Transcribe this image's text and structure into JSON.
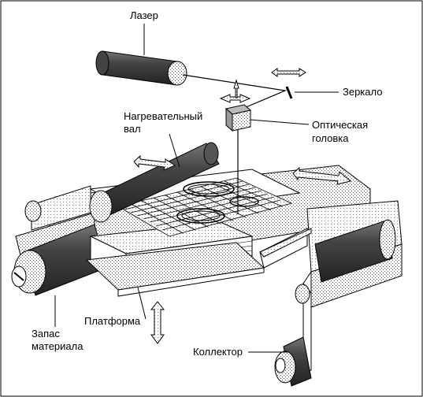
{
  "labels": {
    "laser": "Лазер",
    "mirror": "Зеркало",
    "heated_roller_line1": "Нагревательный",
    "heated_roller_line2": "вал",
    "optical_head_line1": "Оптическая",
    "optical_head_line2": "головка",
    "material_supply_line1": "Запас",
    "material_supply_line2": "материала",
    "platform": "Платформа",
    "collector": "Коллектор"
  }
}
